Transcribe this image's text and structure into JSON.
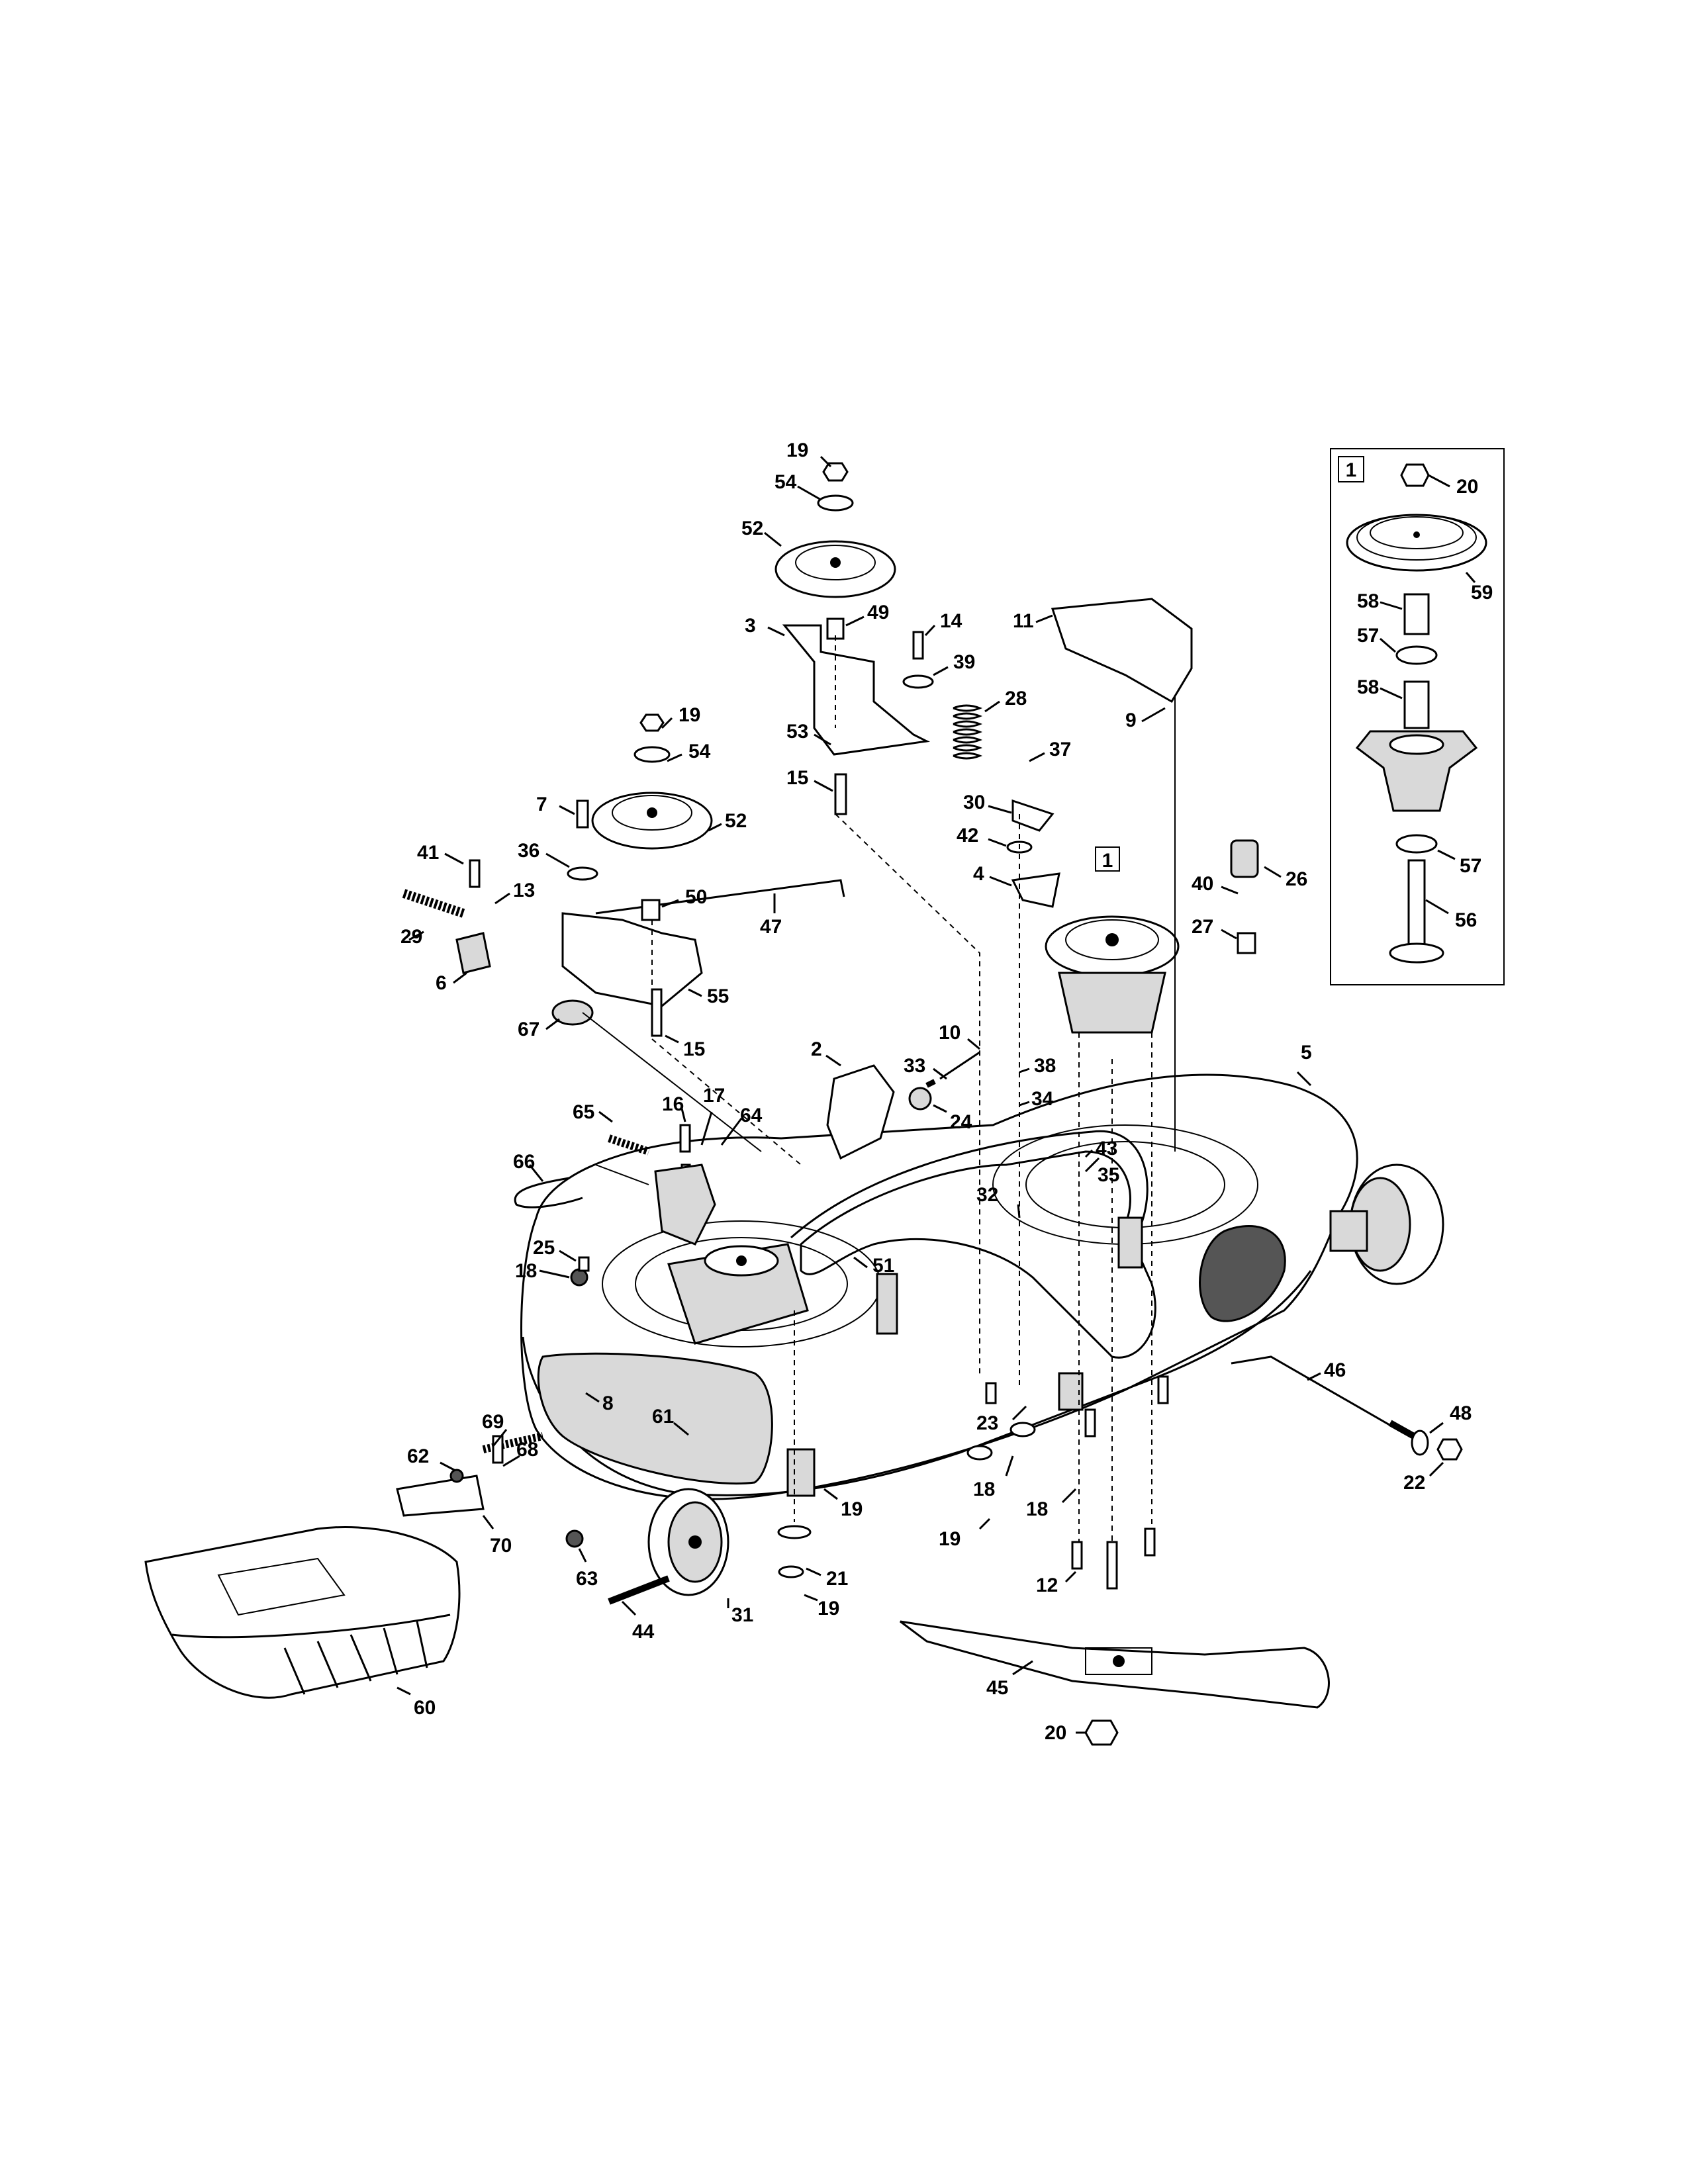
{
  "inset_box_label": "1",
  "spindle_box_label": "1",
  "callouts": {
    "c19a": "19",
    "c54a": "54",
    "c52a": "52",
    "c3": "3",
    "c49": "49",
    "c14": "14",
    "c39": "39",
    "c28": "28",
    "c11": "11",
    "c9": "9",
    "c53": "53",
    "c15a": "15",
    "c37": "37",
    "c30": "30",
    "c42": "42",
    "c4": "4",
    "c19b": "19",
    "c54b": "54",
    "c7": "7",
    "c36": "36",
    "c52b": "52",
    "c41": "41",
    "c13": "13",
    "c29": "29",
    "c50": "50",
    "c47": "47",
    "c6": "6",
    "c55": "55",
    "c67": "67",
    "c15b": "15",
    "c40": "40",
    "c26": "26",
    "c27": "27",
    "c10": "10",
    "c33": "33",
    "c2": "2",
    "c38": "38",
    "c24": "24",
    "c34": "34",
    "c5": "5",
    "c65": "65",
    "c16": "16",
    "c17": "17",
    "c64": "64",
    "c43": "43",
    "c35": "35",
    "c66": "66",
    "c32": "32",
    "c25": "25",
    "c18a": "18",
    "c51": "51",
    "c46": "46",
    "c8": "8",
    "c61": "61",
    "c23": "23",
    "c48": "48",
    "c22": "22",
    "c69": "69",
    "c68": "68",
    "c62": "62",
    "c18b": "18",
    "c18c": "18",
    "c19c": "19",
    "c19d": "19",
    "c70": "70",
    "c63": "63",
    "c21": "21",
    "c19e": "19",
    "c12": "12",
    "c44": "44",
    "c31": "31",
    "c45": "45",
    "c60": "60",
    "c20a": "20",
    "i20": "20",
    "i59": "59",
    "i58a": "58",
    "i57a": "57",
    "i58b": "58",
    "i57b": "57",
    "i56": "56"
  },
  "icons": [
    "pulley",
    "spring",
    "bolt",
    "nut",
    "washer",
    "wheel",
    "blade",
    "deflector",
    "mower-deck",
    "belt",
    "spindle"
  ]
}
